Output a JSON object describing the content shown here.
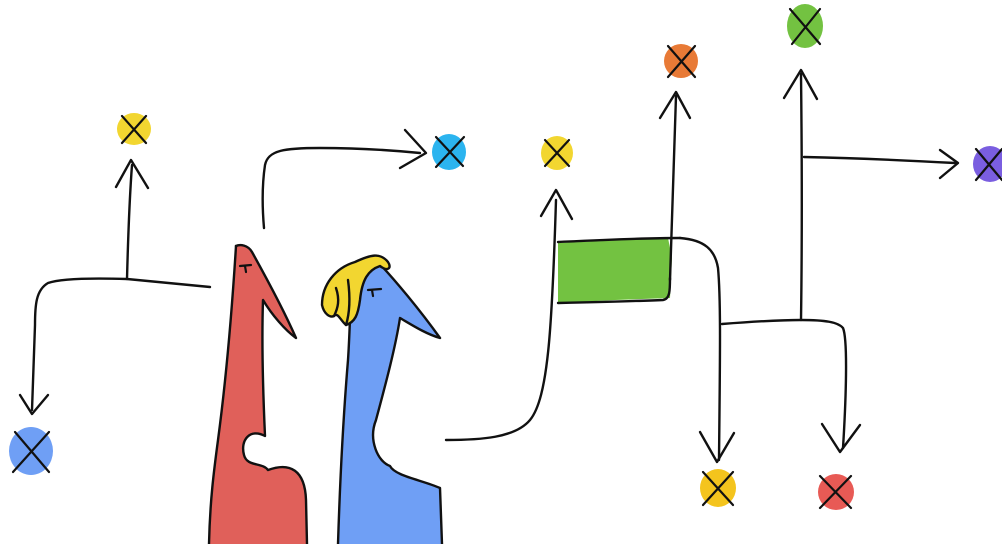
{
  "colors": {
    "ink": "#111111",
    "figure_left": "#e0605a",
    "figure_right": "#6f9ff5",
    "hair": "#f2d630",
    "box": "#73c241",
    "dot_yellow": "#f2d630",
    "dot_orange": "#e87a36",
    "dot_green": "#73c241",
    "dot_cyan": "#2bb4ef",
    "dot_blue": "#6f9ff5",
    "dot_purple": "#7a5ee0",
    "dot_gold": "#f4c41d",
    "dot_red": "#e85a55"
  },
  "figures": [
    {
      "name": "figure-left",
      "fill": "figure_left"
    },
    {
      "name": "figure-right",
      "fill": "figure_right",
      "hair": "hair"
    }
  ],
  "targets": [
    {
      "name": "target-yellow-top-left",
      "icon": "x-marked-dot",
      "fill": "dot_yellow"
    },
    {
      "name": "target-blue-bottom-left",
      "icon": "x-marked-dot",
      "fill": "dot_blue"
    },
    {
      "name": "target-cyan",
      "icon": "x-marked-dot",
      "fill": "dot_cyan"
    },
    {
      "name": "target-yellow-center",
      "icon": "x-marked-dot",
      "fill": "dot_yellow"
    },
    {
      "name": "target-orange",
      "icon": "x-marked-dot",
      "fill": "dot_orange"
    },
    {
      "name": "target-green",
      "icon": "x-marked-dot",
      "fill": "dot_green"
    },
    {
      "name": "target-purple",
      "icon": "x-marked-dot",
      "fill": "dot_purple"
    },
    {
      "name": "target-gold-bottom",
      "icon": "x-marked-dot",
      "fill": "dot_gold"
    },
    {
      "name": "target-red-bottom",
      "icon": "x-marked-dot",
      "fill": "dot_red"
    }
  ],
  "box": {
    "name": "green-box",
    "fill": "box"
  }
}
